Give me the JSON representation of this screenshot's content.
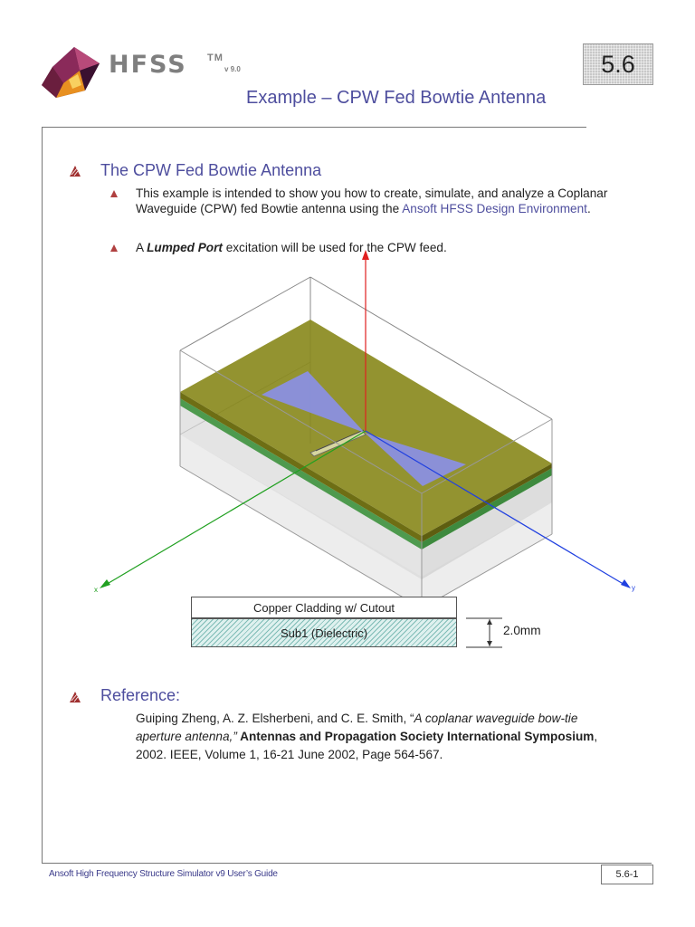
{
  "header": {
    "logo_text": "HFSS",
    "logo_tm": "TM",
    "logo_version": "v 9.0",
    "section_number": "5.6",
    "title": "Example – CPW Fed Bowtie Antenna"
  },
  "section1": {
    "heading": "The CPW Fed Bowtie Antenna",
    "bullet1": {
      "text_before": "This example is intended to show you how to create, simulate, and analyze a Coplanar Waveguide (CPW) fed Bowtie antenna using the ",
      "link": "Ansoft HFSS Design Environment",
      "text_after": "."
    },
    "bullet2": {
      "prefix": "A ",
      "emphasis": "Lumped Port",
      "suffix": " excitation will be used for the CPW feed."
    }
  },
  "figure": {
    "axis_x_label": "x",
    "axis_y_label": "y",
    "layer_top": "Copper Cladding w/ Cutout",
    "layer_bottom": "Sub1 (Dielectric)",
    "thickness": "2.0mm"
  },
  "reference": {
    "heading": "Reference:",
    "authors": "Guiping Zheng, A. Z. Elsherbeni, and C. E. Smith, “",
    "paper_title": "A coplanar waveguide bow-tie aperture antenna,”",
    "venue": " Antennas and Propagation Society International Symposium",
    "details": ", 2002.  IEEE, Volume 1, 16-21 June 2002, Page 564-567."
  },
  "footer": {
    "guide_title": "Ansoft High Frequency Structure Simulator v9 User’s Guide",
    "page_number": "5.6-1"
  },
  "colors": {
    "accent": "#4e4e9e",
    "copper": "#8a8a1e",
    "substrate": "#4e9a4e",
    "bowtie": "#8a8fe0"
  }
}
